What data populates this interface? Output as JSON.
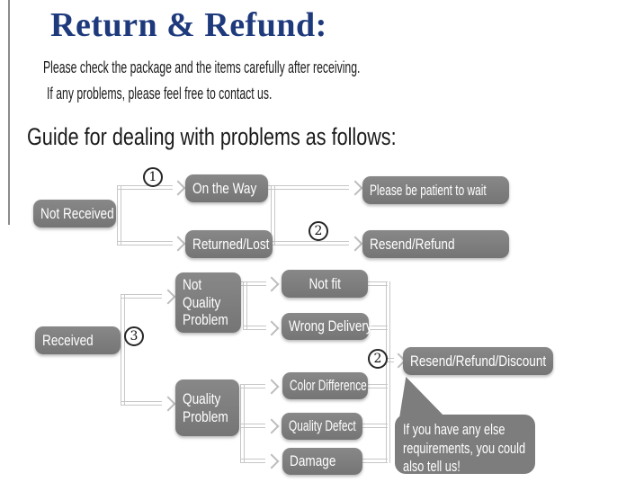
{
  "header": {
    "title": "Return & Refund:",
    "line1": "Please check the package and the items carefully after receiving.",
    "line2": "If any problems, please feel free to contact us.",
    "guide": "Guide for dealing with problems as follows:"
  },
  "colors": {
    "title_navy": "#1e3a7c",
    "node_gray": "#7d7d7d",
    "connector_gray": "#c7c7c7",
    "text_white": "#ffffff"
  },
  "flow": {
    "nodes": {
      "not_received": "Not Received",
      "on_the_way": "On the Way",
      "returned_lost": "Returned/Lost",
      "be_patient": "Please be patient to wait",
      "resend_refund": "Resend/Refund",
      "received": "Received",
      "not_quality_problem": "Not Quality Problem",
      "not_fit": "Not fit",
      "wrong_delivery": "Wrong Delivery",
      "quality_problem": "Quality Problem",
      "color_difference": "Color Difference",
      "quality_defect": "Quality Defect",
      "damage": "Damage",
      "resend_refund_discount": "Resend/Refund/Discount"
    },
    "markers": {
      "m1": "1",
      "m2": "2",
      "m3": "3",
      "m4": "2"
    },
    "bubble": {
      "line1": "If you have any else",
      "line2": "requirements, you could",
      "line3": "also tell us!"
    }
  }
}
